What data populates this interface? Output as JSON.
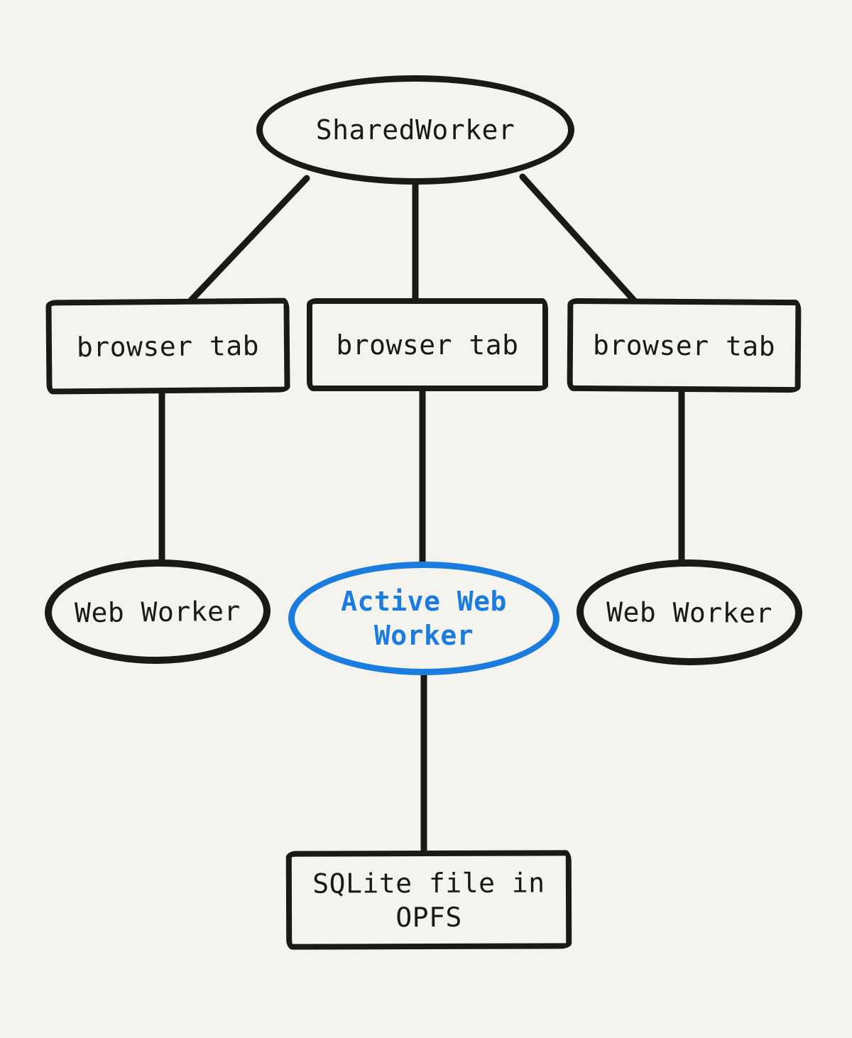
{
  "diagram": {
    "background": "#f5f3ee",
    "stroke_color": "#1a1a15",
    "accent_color": "#1b7ce0",
    "nodes": {
      "shared_worker": {
        "label": "SharedWorker",
        "shape": "ellipse"
      },
      "browser_tab_left": {
        "label": "browser tab",
        "shape": "rectangle"
      },
      "browser_tab_center": {
        "label": "browser tab",
        "shape": "rectangle"
      },
      "browser_tab_right": {
        "label": "browser tab",
        "shape": "rectangle"
      },
      "web_worker_left": {
        "label": "Web Worker",
        "shape": "ellipse"
      },
      "active_web_worker": {
        "lines": [
          "Active Web",
          "Worker"
        ],
        "shape": "ellipse",
        "highlighted": true,
        "highlight_color": "#1b7ce0"
      },
      "web_worker_right": {
        "label": "Web Worker",
        "shape": "ellipse"
      },
      "sqlite_file": {
        "lines": [
          "SQLite file in",
          "OPFS"
        ],
        "shape": "rectangle"
      }
    },
    "edges": [
      {
        "from": "shared_worker",
        "to": "browser_tab_left"
      },
      {
        "from": "shared_worker",
        "to": "browser_tab_center"
      },
      {
        "from": "shared_worker",
        "to": "browser_tab_right"
      },
      {
        "from": "browser_tab_left",
        "to": "web_worker_left"
      },
      {
        "from": "browser_tab_center",
        "to": "active_web_worker"
      },
      {
        "from": "browser_tab_right",
        "to": "web_worker_right"
      },
      {
        "from": "active_web_worker",
        "to": "sqlite_file"
      }
    ]
  }
}
